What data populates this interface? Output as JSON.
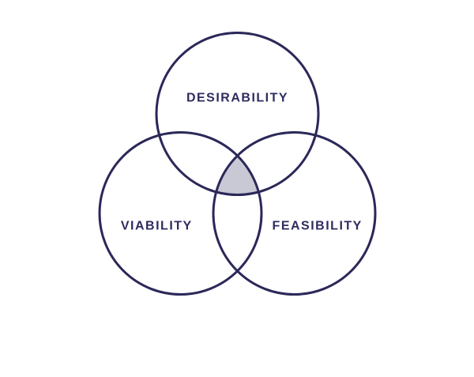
{
  "diagram": {
    "type": "venn",
    "regions": {
      "top": {
        "label": "DESIRABILITY"
      },
      "bottom_left": {
        "label": "VIABILITY"
      },
      "bottom_right": {
        "label": "FEASIBILITY"
      }
    },
    "center_overlap": {
      "shaded": true
    }
  },
  "colors": {
    "background": "#ffffff",
    "circle_stroke": "#2b2859",
    "label_text": "#2e2b5f",
    "center_shade": "#c9c8d5"
  }
}
